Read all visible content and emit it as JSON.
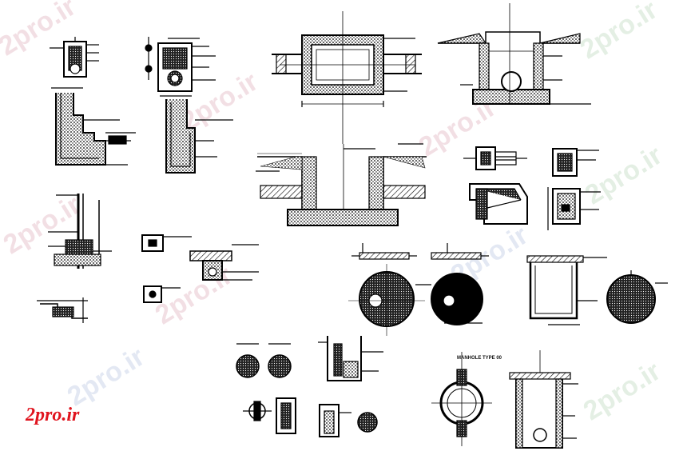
{
  "logo": {
    "text": "2pro.ir"
  },
  "watermarks": [
    "2pro.ir",
    "2pro.ir",
    "2pro.ir",
    "2pro.ir",
    "2pro.ir",
    "2pro.ir",
    "2pro.ir",
    "2pro.ir",
    "2pro.ir",
    "2pro.ir"
  ],
  "labels": {
    "manhole_type": "MANHOLE TYPE 00"
  },
  "colors": {
    "ink": "#000000",
    "logo": "#e0141e",
    "watermark": "#e9c6cf"
  }
}
